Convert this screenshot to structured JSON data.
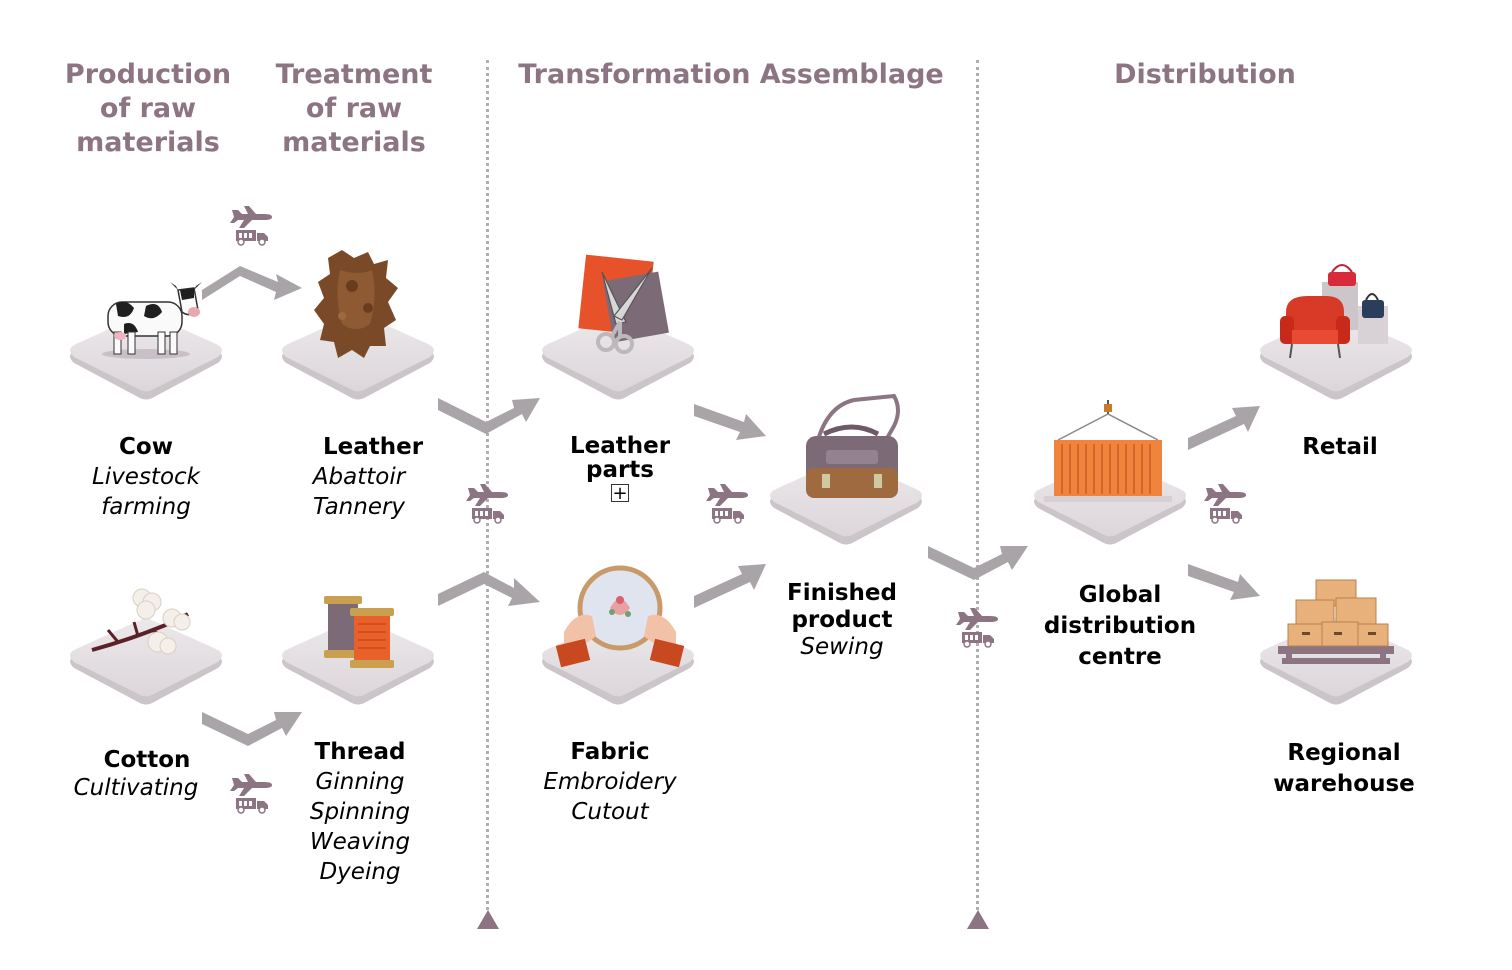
{
  "headers": {
    "production": [
      "Production",
      "of raw",
      "materials"
    ],
    "treatment": [
      "Treatment",
      "of raw",
      "materials"
    ],
    "transformation": "Transformation Assemblage",
    "distribution": "Distribution"
  },
  "nodes": {
    "cow": {
      "title": "Cow",
      "sub": [
        "Livestock",
        "farming"
      ]
    },
    "leather": {
      "title": "Leather",
      "sub": [
        "Abattoir",
        "Tannery"
      ]
    },
    "leather_parts": {
      "title": [
        "Leather",
        "parts"
      ],
      "expand": "+"
    },
    "cotton": {
      "title": "Cotton",
      "sub": [
        "Cultivating"
      ]
    },
    "thread": {
      "title": "Thread",
      "sub": [
        "Ginning",
        "Spinning",
        "Weaving",
        "Dyeing"
      ]
    },
    "fabric": {
      "title": "Fabric",
      "sub": [
        "Embroidery",
        "Cutout"
      ]
    },
    "finished": {
      "title": [
        "Finished",
        "product"
      ],
      "sub": [
        "Sewing"
      ]
    },
    "global": {
      "title": [
        "Global",
        "distribution",
        "centre"
      ]
    },
    "retail": {
      "title": "Retail"
    },
    "warehouse": {
      "title": [
        "Regional",
        "warehouse"
      ]
    }
  },
  "icons": {
    "transport": "plane-and-truck-icon",
    "arrow": "gray-chevron-arrow"
  },
  "colors": {
    "header": "#8c7482",
    "tile": "#e4e0e2",
    "arrow": "#a9a4a8",
    "separator": "#b0aeb0"
  }
}
